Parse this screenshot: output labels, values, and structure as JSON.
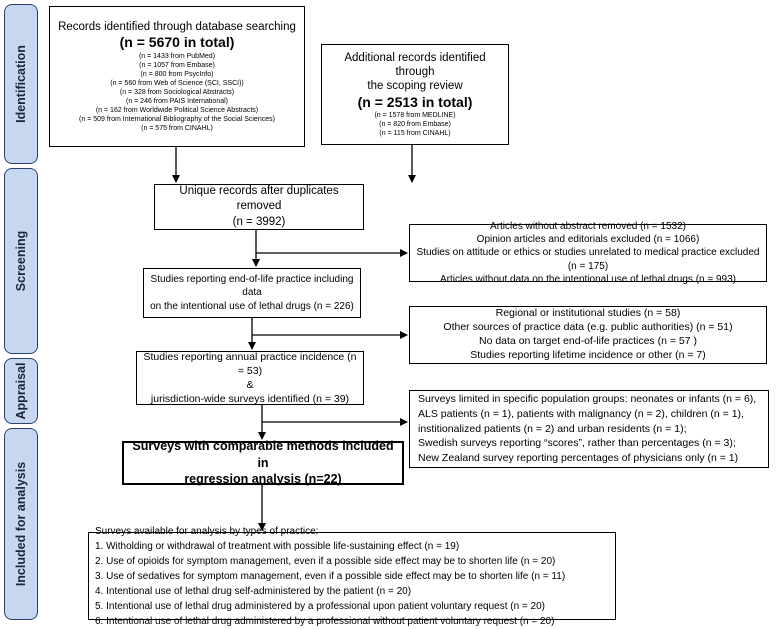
{
  "phases": {
    "identification": "Identification",
    "screening": "Screening",
    "appraisal": "Appraisal",
    "analysis": "Included for analysis"
  },
  "db_search": {
    "heading": "Records identified through database searching",
    "total": "(n = 5670 in total)",
    "items": [
      "(n = 1433 from PubMed)",
      "(n = 1057 from Embase)",
      "(n = 800 from PsycInfo)",
      "(n = 560 from Web of Science (SCI, SSCI))",
      "(n = 328 from Sociological Abstracts)",
      "(n = 246 from PAIS International)",
      "(n = 162 from Worldwide Political Science Abstracts)",
      "(n = 509 from International Bibliography of the Social Sciences)",
      "(n = 575 from CINAHL)"
    ]
  },
  "scoping": {
    "heading1": "Additional records identified through",
    "heading2": "the scoping review",
    "total": "(n = 2513 in total)",
    "items": [
      "(n = 1578 from MEDLINE)",
      "(n = 820 from Embase)",
      "(n = 115 from CINAHL)"
    ]
  },
  "unique": {
    "line1": "Unique records after duplicates removed",
    "line2": "(n = 3992)"
  },
  "exclude1": [
    "Articles without abstract removed (n = 1532)",
    "Opinion articles and editorials excluded (n = 1066)",
    "Studies on attitude or ethics or studies unrelated to medical practice excluded",
    "(n = 175)",
    "Articles without data on the intentional use of lethal drugs (n = 993)"
  ],
  "studies_eol": {
    "line1": "Studies reporting end-of-life practice including data",
    "line2": "on the intentional use of lethal drugs (n = 226)"
  },
  "exclude2": [
    "Regional or institutional studies (n = 58)",
    "Other sources of practice data (e.g. public authorities) (n = 51)",
    "No data on target end-of-life practices (n = 57 )",
    "Studies reporting lifetime incidence or other (n = 7)"
  ],
  "annual": {
    "line1": "Studies reporting annual practice incidence (n = 53)",
    "line2": "&",
    "line3": "jurisdiction-wide surveys identified (n = 39)"
  },
  "exclude3": [
    "Surveys limited in specific population groups: neonates or infants (n = 6),",
    "ALS patients (n = 1), patients with malignancy (n = 2), children (n = 1),",
    "institionalized patients (n = 2) and urban residents (n = 1);",
    "Swedish surveys reporting “scores”, rather than percentages (n = 3);",
    "New Zealand survey reporting percentages of physicians only (n = 1)"
  ],
  "comparable": {
    "line1": "Surveys with comparable methods included in",
    "line2": "regression analysis (n=22)"
  },
  "final": {
    "heading": "Surveys available for analysis by types of practice:",
    "items": [
      "1. Witholding or withdrawal of treatment with possible life-sustaining effect (n = 19)",
      "2. Use of opioids for symptom management, even if a possible side effect may be to shorten life (n = 20)",
      "3. Use of sedatives for symptom management, even if a possible side effect may be to shorten life (n = 11)",
      "4. Intentional use of lethal drug self-administered by the patient (n = 20)",
      "5. Intentional use of lethal drug  administered by a professional upon patient voluntary request (n = 20)",
      "6. Intentional use of lethal drug administered by a professional without patient voluntary request (n = 20)"
    ]
  },
  "colors": {
    "phase_fill": "#c7d7ef",
    "phase_border": "#27436b"
  }
}
